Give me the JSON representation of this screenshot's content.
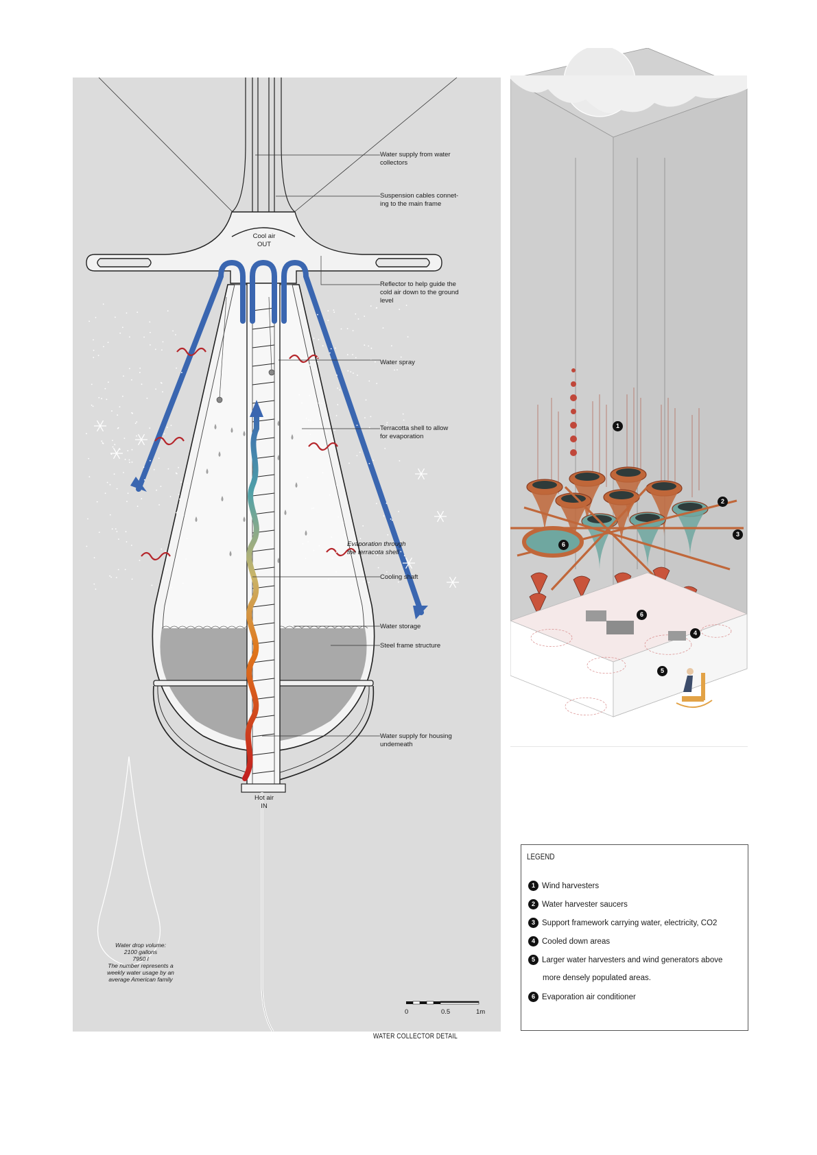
{
  "labels": {
    "water_supply_collectors": "Water supply from water\ncollectors",
    "suspension_cables": "Suspension cables connet-\ning to the main frame",
    "reflector": "Reflector to help guide the\ncold air down to the ground\nlevel",
    "water_spray": "Water spray",
    "terracotta_shell": "Terracotta shell to allow\nfor evaporation",
    "evaporation": "Evaporation through\nthe terracota shell",
    "cooling_shaft": "Cooling shaft",
    "water_storage": "Water storage",
    "steel_frame": "Steel frame structure",
    "water_supply_housing": "Water supply for housing\nundemeath",
    "cool_air_out": "Cool air\nOUT",
    "hot_air_in": "Hot air\nIN"
  },
  "drop_note": "Water drop volume:\n2100 gallons\n7950 l\nThe number represents a\nweekly water usage by an\naverage American family",
  "scale": {
    "ticks": [
      "0",
      "0.5",
      "1m"
    ]
  },
  "caption": "WATER COLLECTOR DETAIL",
  "legend": {
    "title": "LEGEND",
    "items": [
      {
        "num": "1",
        "text": "Wind harvesters"
      },
      {
        "num": "2",
        "text": "Water harvester saucers"
      },
      {
        "num": "3",
        "text": "Support framework carrying water, electricity, CO2"
      },
      {
        "num": "4",
        "text": "Cooled down areas"
      },
      {
        "num": "5",
        "text": "Larger water harvesters and wind generators above"
      },
      {
        "num": "6",
        "text": "Evaporation air conditioner"
      }
    ],
    "item5_cont": "more densely populated areas."
  },
  "axon_markers": [
    "1",
    "2",
    "3",
    "6",
    "6",
    "4",
    "5"
  ],
  "colors": {
    "panel": "#dcdcdc",
    "arrow_blue": "#3a66b0",
    "heat_red": "#b5262b",
    "water_gray": "#a9a9a9",
    "copper": "#c0673a",
    "teal": "#6fa7a0"
  }
}
